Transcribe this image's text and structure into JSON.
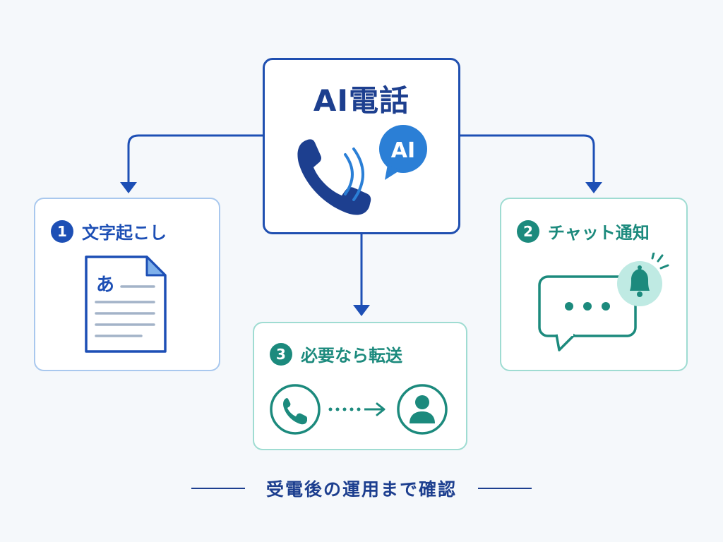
{
  "center": {
    "title": "AI電話",
    "bubble_text": "AI"
  },
  "steps": [
    {
      "number": "1",
      "label": "文字起こし",
      "doc_char": "あ"
    },
    {
      "number": "2",
      "label": "チャット通知"
    },
    {
      "number": "3",
      "label": "必要なら転送"
    }
  ],
  "footer": {
    "text": "受電後の運用まで確認"
  },
  "colors": {
    "navy": "#1d3f8f",
    "blue": "#1d4fb5",
    "teal": "#1c8a7d",
    "light_blue": "#a9c8ee",
    "light_teal": "#9fdcd2"
  },
  "icons": [
    "phone-icon",
    "ai-chat-bubble-icon",
    "document-icon",
    "chat-bubble-icon",
    "bell-icon",
    "person-icon"
  ]
}
